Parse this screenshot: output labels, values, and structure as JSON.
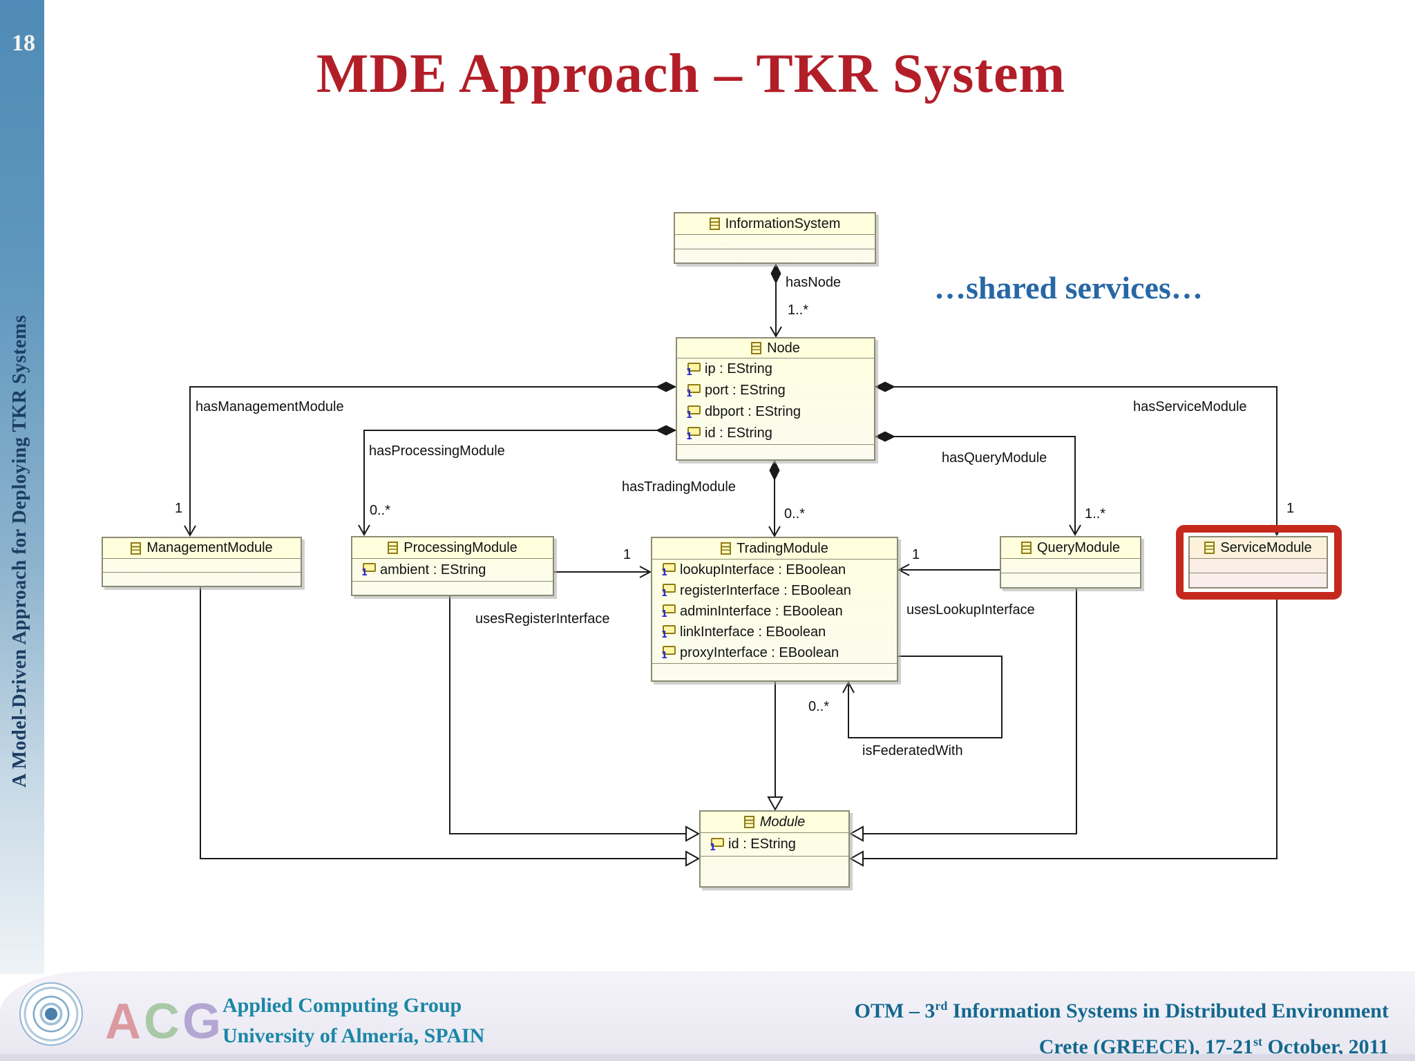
{
  "slide": {
    "page_number": "18",
    "vertical_text": "A Model-Driven Approach for Deploying TKR Systems",
    "title": "MDE Approach – TKR System",
    "annotation": "…shared services…"
  },
  "diagram": {
    "classes": [
      {
        "name": "InformationSystem",
        "attributes": []
      },
      {
        "name": "Node",
        "attributes": [
          "ip : EString",
          "port : EString",
          "dbport : EString",
          "id : EString"
        ]
      },
      {
        "name": "ManagementModule",
        "attributes": []
      },
      {
        "name": "ProcessingModule",
        "attributes": [
          "ambient : EString"
        ]
      },
      {
        "name": "TradingModule",
        "attributes": [
          "lookupInterface : EBoolean",
          "registerInterface : EBoolean",
          "adminInterface : EBoolean",
          "linkInterface : EBoolean",
          "proxyInterface : EBoolean"
        ]
      },
      {
        "name": "QueryModule",
        "attributes": []
      },
      {
        "name": "ServiceModule",
        "attributes": [],
        "highlighted": true
      },
      {
        "name": "Module",
        "attributes": [
          "id : EString"
        ],
        "abstract": true
      }
    ],
    "associations": {
      "hasNode": {
        "label": "hasNode",
        "multiplicity": "1..*"
      },
      "hasManagementModule": {
        "label": "hasManagementModule",
        "multiplicity": "1"
      },
      "hasProcessingModule": {
        "label": "hasProcessingModule",
        "multiplicity": "0..*"
      },
      "hasTradingModule": {
        "label": "hasTradingModule",
        "multiplicity": "0..*"
      },
      "hasQueryModule": {
        "label": "hasQueryModule",
        "multiplicity": "1..*"
      },
      "hasServiceModule": {
        "label": "hasServiceModule",
        "multiplicity": "1"
      },
      "usesRegisterInterface": {
        "label": "usesRegisterInterface",
        "multiplicity": "1"
      },
      "usesLookupInterface": {
        "label": "usesLookupInterface",
        "multiplicity": "1"
      },
      "isFederatedWith": {
        "label": "isFederatedWith",
        "multiplicity": "0..*"
      }
    }
  },
  "footer": {
    "acg_letters": [
      "A",
      "C",
      "G"
    ],
    "org_line1": "Applied Computing Group",
    "org_line2": "University of Almería, SPAIN",
    "conf_line1_pre": "OTM – 3",
    "conf_line1_sup": "rd",
    "conf_line1_post": " Information Systems in Distributed Environment",
    "conf_line2_pre": "Crete (GREECE), 17-21",
    "conf_line2_sup": "st",
    "conf_line2_post": " October, 2011"
  },
  "colors": {
    "title_red": "#B21E28",
    "annotation_blue": "#2767A6",
    "highlight_red": "#C5291D",
    "box_yellow": "#FFFFDE",
    "sidebar_blue": "#4F8BB6",
    "footer_teal": "#1B86A6"
  }
}
